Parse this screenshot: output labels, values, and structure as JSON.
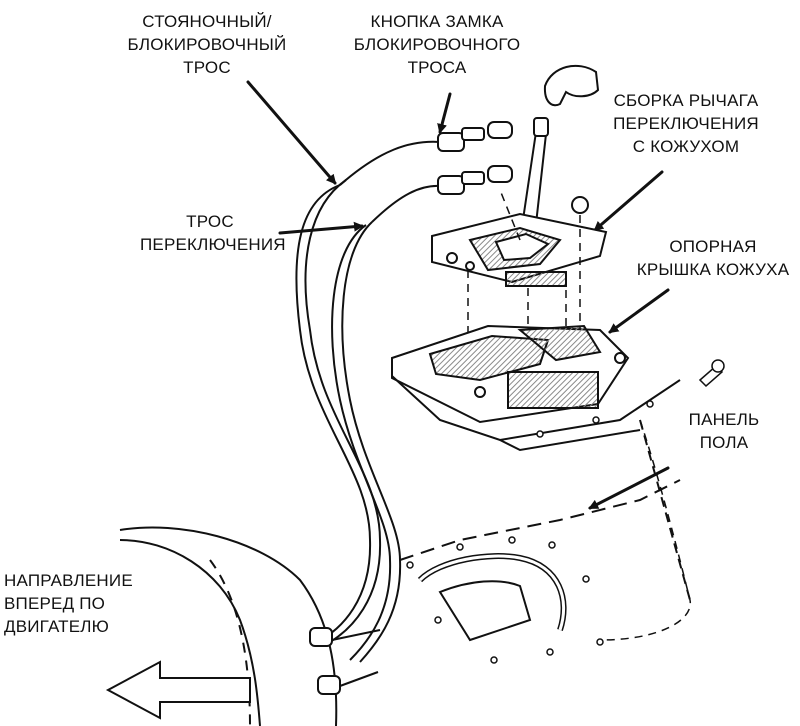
{
  "labels": {
    "parking_cable": [
      "СТОЯНОЧНЫЙ/",
      "БЛОКИРОВОЧНЫЙ",
      "ТРОС"
    ],
    "lock_button": [
      "КНОПКА ЗАМКА",
      "БЛОКИРОВОЧНОГО",
      "ТРОСА"
    ],
    "lever_assembly": [
      "СБОРКА РЫЧАГА",
      "ПЕРЕКЛЮЧЕНИЯ",
      "С КОЖУХОМ"
    ],
    "shift_cable": [
      "ТРОС",
      "ПЕРЕКЛЮЧЕНИЯ"
    ],
    "support_cover": [
      "ОПОРНАЯ",
      "КРЫШКА КОЖУХА"
    ],
    "floor_panel": [
      "ПАНЕЛЬ",
      "ПОЛА"
    ],
    "forward_direction": [
      "НАПРАВЛЕНИЕ",
      "ВПЕРЕД ПО",
      "ДВИГАТЕЛЮ"
    ]
  },
  "colors": {
    "ink": "#111111",
    "background": "#ffffff",
    "hatch": "#8a8a8a"
  }
}
